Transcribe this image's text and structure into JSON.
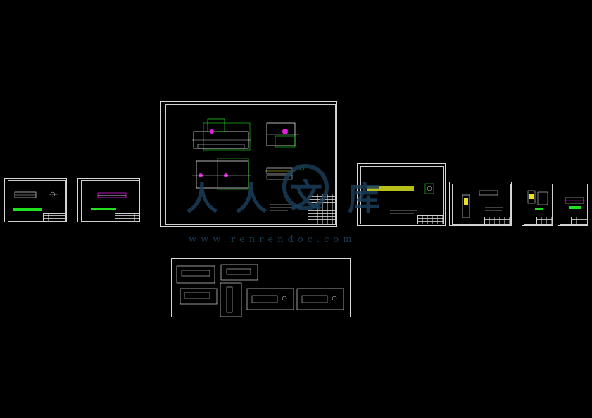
{
  "watermark": {
    "url_text": "www.renrendoc.com",
    "logo_chars": [
      "人",
      "人",
      "文",
      "库"
    ],
    "color": "#1b3a4f"
  },
  "colors": {
    "background": "#000000",
    "line": "#ffffff",
    "green": "#20e020",
    "magenta": "#e020e0",
    "yellow": "#e8e020"
  },
  "sheets": [
    {
      "id": "sheet-1",
      "kind": "part-drawing"
    },
    {
      "id": "sheet-2",
      "kind": "part-drawing"
    },
    {
      "id": "sheet-main",
      "kind": "assembly-drawing"
    },
    {
      "id": "sheet-4",
      "kind": "part-drawing"
    },
    {
      "id": "sheet-5",
      "kind": "part-drawing"
    },
    {
      "id": "sheet-6",
      "kind": "part-drawing"
    },
    {
      "id": "sheet-7",
      "kind": "part-drawing"
    },
    {
      "id": "sheet-bottom",
      "kind": "layout-sheet"
    }
  ]
}
